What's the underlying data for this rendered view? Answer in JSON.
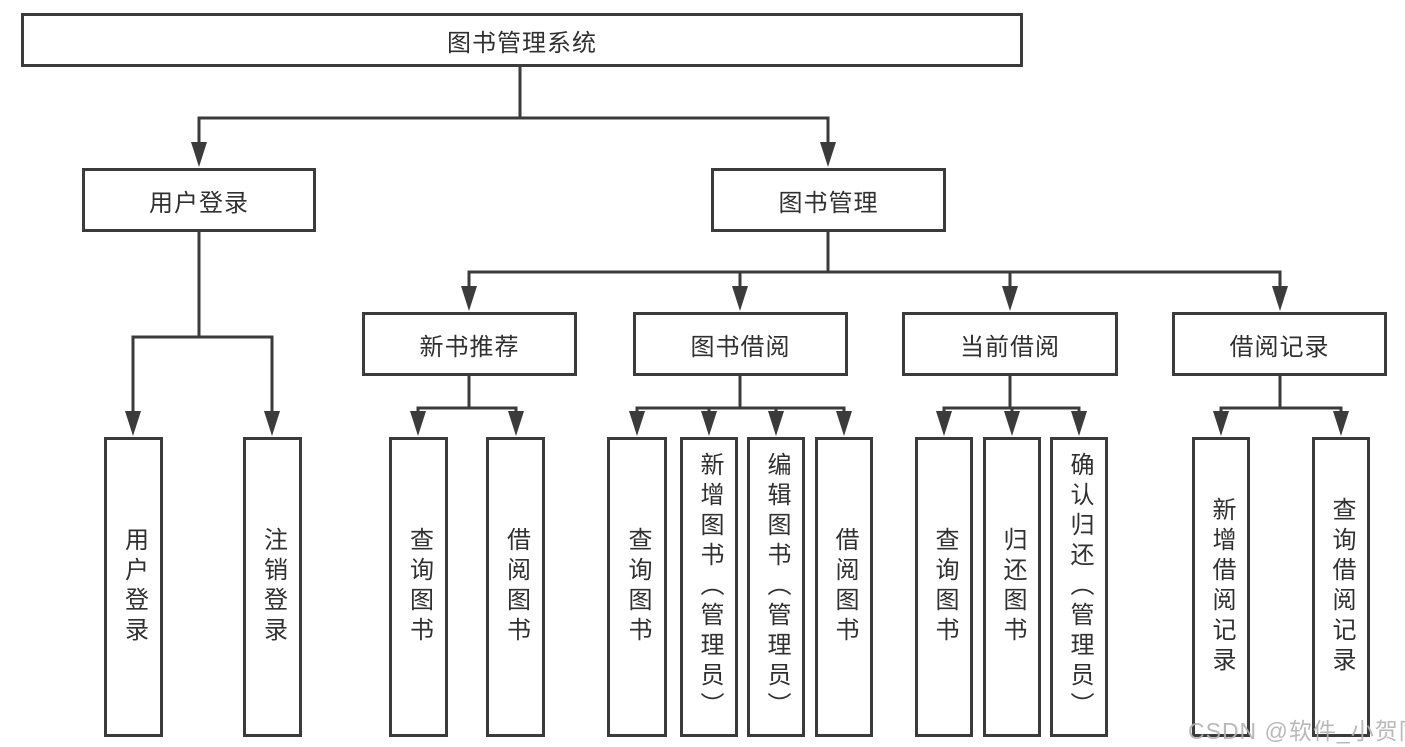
{
  "diagram": {
    "title_note": "functional structure tree",
    "root": {
      "label": "图书管理系统"
    },
    "branches": [
      {
        "label": "用户登录",
        "children": [
          {
            "label": "用户登录"
          },
          {
            "label": "注销登录"
          }
        ]
      },
      {
        "label": "图书管理",
        "children": [
          {
            "label": "新书推荐",
            "children": [
              {
                "label": "查询图书"
              },
              {
                "label": "借阅图书"
              }
            ]
          },
          {
            "label": "图书借阅",
            "children": [
              {
                "label": "查询图书"
              },
              {
                "label": "新增图书（管理员）"
              },
              {
                "label": "编辑图书（管理员）"
              },
              {
                "label": "借阅图书"
              }
            ]
          },
          {
            "label": "当前借阅",
            "children": [
              {
                "label": "查询图书"
              },
              {
                "label": "归还图书"
              },
              {
                "label": "确认归还（管理员）"
              }
            ]
          },
          {
            "label": "借阅记录",
            "children": [
              {
                "label": "新增借阅记录"
              },
              {
                "label": "查询借阅记录"
              }
            ]
          }
        ]
      }
    ]
  },
  "watermark": {
    "text": "CSDN @软件_小贺同学"
  },
  "colors": {
    "line": "#3b3b3b",
    "text": "#303030",
    "watermark": "#b2b2b2",
    "background": "#ffffff"
  }
}
